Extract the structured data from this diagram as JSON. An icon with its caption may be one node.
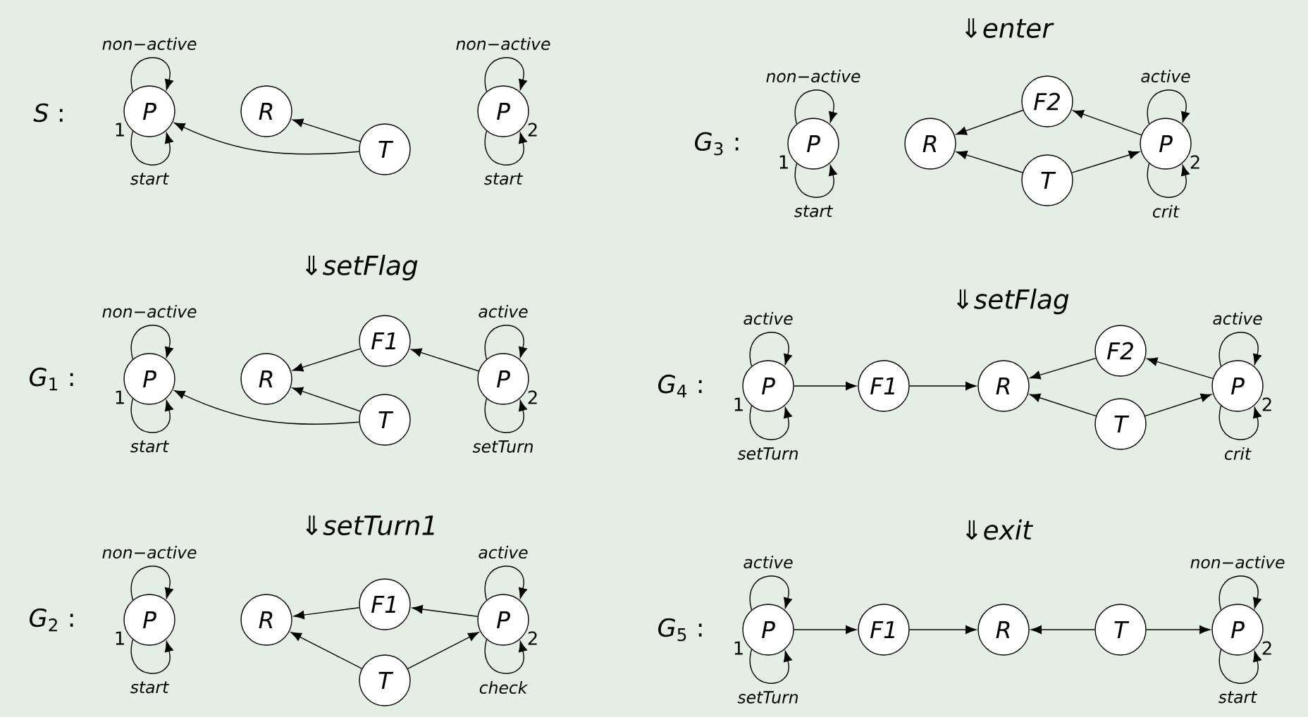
{
  "diagram": {
    "nodes": [
      {
        "text": [
          "P"
        ],
        "beside": [
          "1"
        ]
      },
      {
        "text": [
          "R"
        ]
      },
      {
        "text": [
          "T"
        ]
      },
      {
        "text": [
          "P"
        ],
        "beside": [
          "2"
        ]
      },
      {
        "text": [
          "P"
        ],
        "beside": [
          "1"
        ]
      },
      {
        "text": [
          "R"
        ]
      },
      {
        "text": [
          "F1"
        ]
      },
      {
        "text": [
          "T"
        ]
      },
      {
        "text": [
          "P"
        ],
        "beside": [
          "2"
        ]
      },
      {
        "text": [
          "P"
        ],
        "beside": [
          "1"
        ]
      },
      {
        "text": [
          "R"
        ]
      },
      {
        "text": [
          "F1"
        ]
      },
      {
        "text": [
          "T"
        ]
      },
      {
        "text": [
          "P"
        ],
        "beside": [
          "2"
        ]
      },
      {
        "text": [
          "P"
        ],
        "beside": [
          "1"
        ]
      },
      {
        "text": [
          "R"
        ]
      },
      {
        "text": [
          "F2"
        ]
      },
      {
        "text": [
          "T"
        ]
      },
      {
        "text": [
          "P"
        ],
        "beside": [
          "2"
        ]
      },
      {
        "text": [
          "P"
        ],
        "beside": [
          "1"
        ]
      },
      {
        "text": [
          "F1"
        ]
      },
      {
        "text": [
          "R"
        ]
      },
      {
        "text": [
          "F2"
        ]
      },
      {
        "text": [
          "T"
        ]
      },
      {
        "text": [
          "P"
        ],
        "beside": [
          "2"
        ]
      },
      {
        "text": [
          "P"
        ],
        "beside": [
          "1"
        ]
      },
      {
        "text": [
          "F1"
        ]
      },
      {
        "text": [
          "R"
        ]
      },
      {
        "text": [
          "T"
        ]
      },
      {
        "text": [
          "P"
        ],
        "beside": [
          "2"
        ]
      }
    ],
    "edges": [
      {
        "from": 0,
        "to": 0,
        "arrow": "to",
        "label": "non−active"
      },
      {
        "from": 0,
        "to": 0,
        "arrow": "to",
        "label": "start"
      },
      {
        "from": 3,
        "to": 3,
        "arrow": "to",
        "label": "non−active"
      },
      {
        "from": 3,
        "to": 3,
        "arrow": "to",
        "label": "start"
      },
      {
        "from": 2,
        "to": 0,
        "arrow": "to"
      },
      {
        "from": 2,
        "to": 1,
        "arrow": "to"
      },
      {
        "from": 4,
        "to": 4,
        "arrow": "to",
        "label": "non−active"
      },
      {
        "from": 4,
        "to": 4,
        "arrow": "to",
        "label": "start"
      },
      {
        "from": 8,
        "to": 8,
        "arrow": "to",
        "label": "active"
      },
      {
        "from": 8,
        "to": 8,
        "arrow": "to",
        "label": "setTurn"
      },
      {
        "from": 7,
        "to": 4,
        "arrow": "to"
      },
      {
        "from": 7,
        "to": 5,
        "arrow": "to"
      },
      {
        "from": 6,
        "to": 5,
        "arrow": "to"
      },
      {
        "from": 8,
        "to": 6,
        "arrow": "to"
      },
      {
        "from": 9,
        "to": 9,
        "arrow": "to",
        "label": "non−active"
      },
      {
        "from": 9,
        "to": 9,
        "arrow": "to",
        "label": "start"
      },
      {
        "from": 13,
        "to": 13,
        "arrow": "to",
        "label": "active"
      },
      {
        "from": 13,
        "to": 13,
        "arrow": "to",
        "label": "check"
      },
      {
        "from": 11,
        "to": 10,
        "arrow": "to"
      },
      {
        "from": 12,
        "to": 10,
        "arrow": "to"
      },
      {
        "from": 12,
        "to": 13,
        "arrow": "to"
      },
      {
        "from": 13,
        "to": 11,
        "arrow": "to"
      },
      {
        "from": 14,
        "to": 14,
        "arrow": "to",
        "label": "non−active"
      },
      {
        "from": 14,
        "to": 14,
        "arrow": "to",
        "label": "start"
      },
      {
        "from": 18,
        "to": 18,
        "arrow": "to",
        "label": "active"
      },
      {
        "from": 18,
        "to": 18,
        "arrow": "to",
        "label": "crit"
      },
      {
        "from": 16,
        "to": 15,
        "arrow": "to"
      },
      {
        "from": 17,
        "to": 15,
        "arrow": "to"
      },
      {
        "from": 17,
        "to": 18,
        "arrow": "to"
      },
      {
        "from": 18,
        "to": 16,
        "arrow": "to"
      },
      {
        "from": 19,
        "to": 19,
        "arrow": "to",
        "label": "active"
      },
      {
        "from": 19,
        "to": 19,
        "arrow": "to",
        "label": "setTurn"
      },
      {
        "from": 24,
        "to": 24,
        "arrow": "to",
        "label": "active"
      },
      {
        "from": 24,
        "to": 24,
        "arrow": "to",
        "label": "crit"
      },
      {
        "from": 19,
        "to": 20,
        "arrow": "to"
      },
      {
        "from": 20,
        "to": 21,
        "arrow": "to"
      },
      {
        "from": 22,
        "to": 21,
        "arrow": "to"
      },
      {
        "from": 23,
        "to": 21,
        "arrow": "to"
      },
      {
        "from": 23,
        "to": 24,
        "arrow": "to"
      },
      {
        "from": 24,
        "to": 22,
        "arrow": "to"
      },
      {
        "from": 25,
        "to": 25,
        "arrow": "to",
        "label": "active"
      },
      {
        "from": 25,
        "to": 25,
        "arrow": "to",
        "label": "setTurn"
      },
      {
        "from": 29,
        "to": 29,
        "arrow": "to",
        "label": "non−active"
      },
      {
        "from": 29,
        "to": 29,
        "arrow": "to",
        "label": "start"
      },
      {
        "from": 25,
        "to": 26,
        "arrow": "to"
      },
      {
        "from": 26,
        "to": 27,
        "arrow": "to"
      },
      {
        "from": 28,
        "to": 27,
        "arrow": "to"
      },
      {
        "from": 28,
        "to": 29,
        "arrow": "to"
      }
    ],
    "labels": [
      "⇓enter",
      "*S* :",
      "*G*$_{3}$ :",
      "⇓setFlag",
      "⇓setFlag",
      "*G*$_{1}$ :",
      "*G*$_{4}$ :",
      "⇓exit",
      "⇓setTurn1",
      "*G*$_{2}$ :",
      "*G*$_{5}$ :"
    ]
  }
}
